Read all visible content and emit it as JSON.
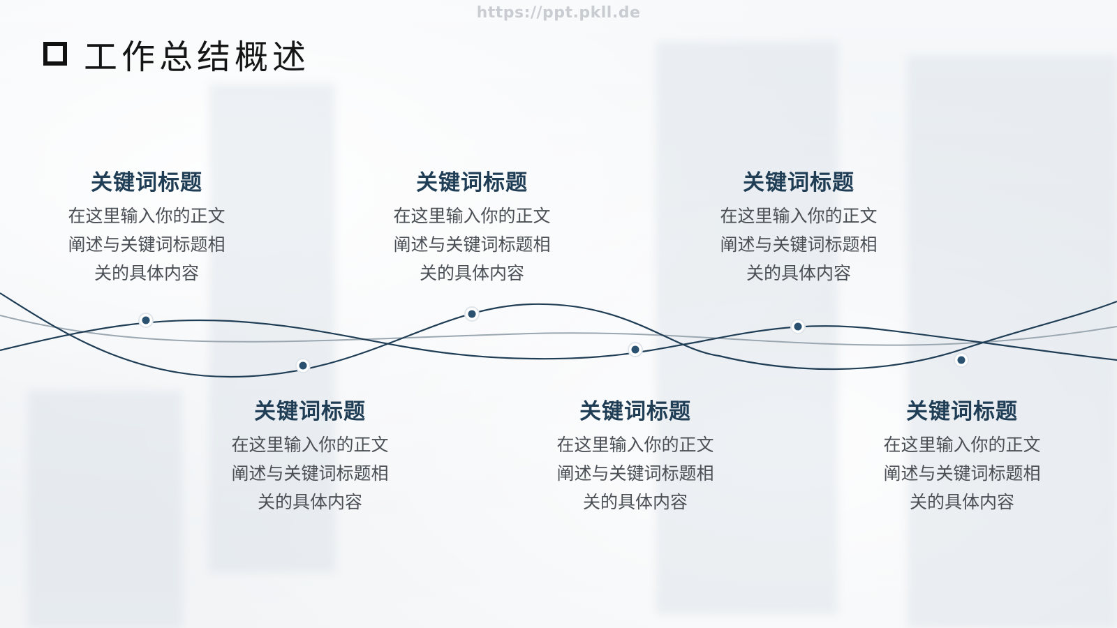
{
  "watermark": "https://ppt.pkll.de",
  "page": {
    "title": "工作总结概述"
  },
  "colors": {
    "heading": "#1f3d55",
    "wave_dark": "#1f3d55",
    "wave_light": "#9aa7b1",
    "dot": "#2b5170"
  },
  "timeline": {
    "items": [
      {
        "heading": "关键词标题",
        "body": "在这里输入你的正文阐述与关键词标题相关的具体内容"
      },
      {
        "heading": "关键词标题",
        "body": "在这里输入你的正文阐述与关键词标题相关的具体内容"
      },
      {
        "heading": "关键词标题",
        "body": "在这里输入你的正文阐述与关键词标题相关的具体内容"
      },
      {
        "heading": "关键词标题",
        "body": "在这里输入你的正文阐述与关键词标题相关的具体内容"
      },
      {
        "heading": "关键词标题",
        "body": "在这里输入你的正文阐述与关键词标题相关的具体内容"
      },
      {
        "heading": "关键词标题",
        "body": "在这里输入你的正文阐述与关键词标题相关的具体内容"
      }
    ]
  }
}
